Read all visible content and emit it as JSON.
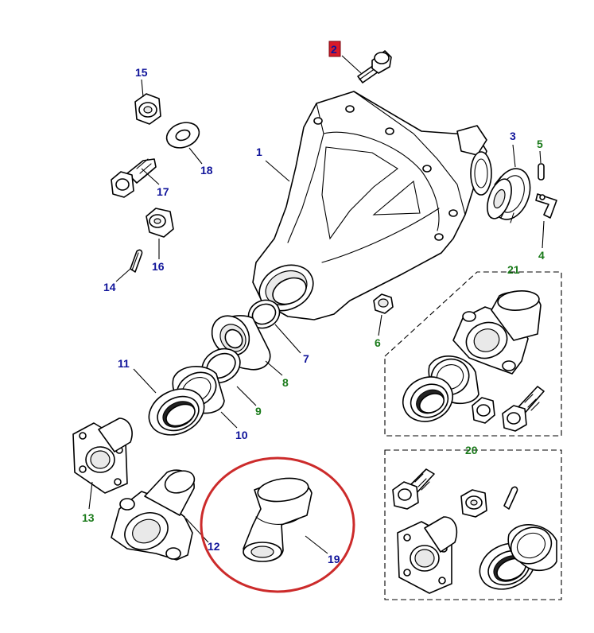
{
  "colors": {
    "blue_label": "#10149a",
    "green_label": "#1a7a1a",
    "highlight_box": "#d81a2a",
    "highlight_circle": "#cc2b2b",
    "line": "#000000",
    "background": "#ffffff"
  },
  "labels": {
    "l1": "1",
    "l2": "2",
    "l3": "3",
    "l4": "4",
    "l5": "5",
    "l6": "6",
    "l7": "7",
    "l8": "8",
    "l9": "9",
    "l10": "10",
    "l11": "11",
    "l12": "12",
    "l13": "13",
    "l14": "14",
    "l15": "15",
    "l16": "16",
    "l17": "17",
    "l18": "18",
    "l19": "19",
    "l20": "20",
    "l21": "21"
  },
  "highlighted_part": "2",
  "circled_part": "19"
}
